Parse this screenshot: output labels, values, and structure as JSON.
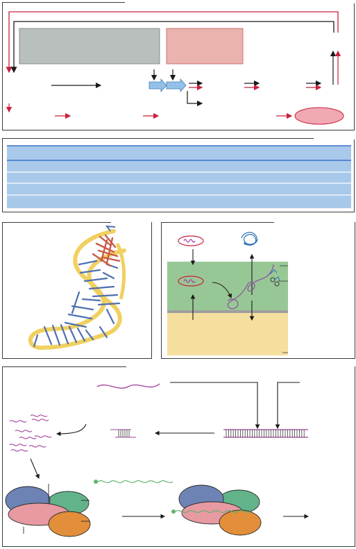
{
  "figure": {
    "panels": [
      {
        "id": "pathway",
        "text": []
      },
      {
        "id": "table",
        "rows": 5,
        "text": []
      },
      {
        "id": "structure",
        "text": []
      },
      {
        "id": "cell-schematic",
        "text": []
      },
      {
        "id": "rnai-mechanism",
        "text": []
      }
    ]
  },
  "colors": {
    "frame": "#3a3a3a",
    "red_arrow": "#c8203c",
    "gray_box": "#b9bfbd",
    "pink_box": "#eab3ae",
    "blue_arrow": "#94c1e9",
    "table_blue": "#a9c9ea",
    "table_line": "#3b74c7",
    "green_compartment": "#98c796",
    "tan_compartment": "#f5df9e",
    "membrane": "#9e9e9e",
    "rna_purple": "#a23c9c",
    "ribbon_yellow": "#f0d060",
    "stick_blue": "#4d6fb0",
    "stick_red": "#c65a48",
    "protein_blue": "#6d83b4",
    "protein_green": "#62b38a",
    "protein_pink": "#e79aa1",
    "protein_orange": "#e38e3a",
    "mrna_green": "#5fb36f",
    "ellipse_pink": "#f1a9b2"
  },
  "icons": [
    "arrow-icon",
    "plasmid-icon",
    "protein-coil-icon",
    "dsrna-ladder-icon",
    "sirna-icon",
    "mrna-strand-icon",
    "complex-icon"
  ]
}
